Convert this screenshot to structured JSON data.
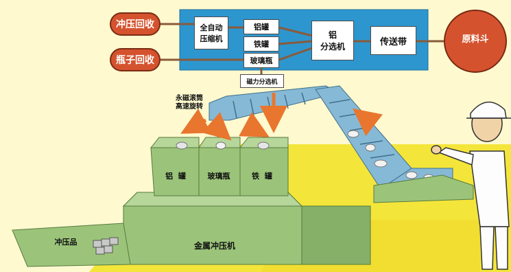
{
  "flow": {
    "stamped_recycle": "冲压回收",
    "bottle_recycle": "瓶子回收",
    "compressor": "全自动\n压缩机",
    "out_aluminum": "铝罐",
    "out_iron": "铁罐",
    "out_glass": "玻璃瓶",
    "aluminum_sorter": "铝\n分选机",
    "conveyor": "传送带",
    "hopper": "原料斗",
    "magnetic_sorter": "磁力分选机"
  },
  "scene": {
    "drum_label": "永磁滚筒\n高速旋转",
    "bin_aluminum": "铝  罐",
    "bin_glass": "玻璃瓶",
    "bin_iron": "铁  罐",
    "stamped_product": "冲压品",
    "press_machine": "金属冲压机"
  },
  "colors": {
    "panel_blue": "#2d96cf",
    "pill_orange": "#d4532e",
    "machine_green": "#9bc47a",
    "floor_yellow": "#f4e53a",
    "arrow_orange": "#e8762e",
    "belt_blue": "#86b9d6"
  }
}
